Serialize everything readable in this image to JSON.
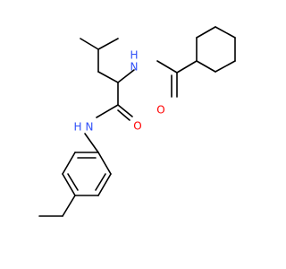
{
  "structure": {
    "atoms": {
      "o_ring": {
        "symbol": "O",
        "color": "#ff0000"
      },
      "n_ring": {
        "symbol": "N",
        "color": "#3050f8"
      },
      "o_amide": {
        "symbol": "O",
        "color": "#ff0000"
      },
      "n_anilide": {
        "symbol": "N",
        "color": "#3050f8"
      },
      "h_ring": {
        "symbol": "H",
        "color": "#3050f8"
      },
      "h_anilide": {
        "symbol": "H",
        "color": "#3050f8"
      }
    }
  }
}
